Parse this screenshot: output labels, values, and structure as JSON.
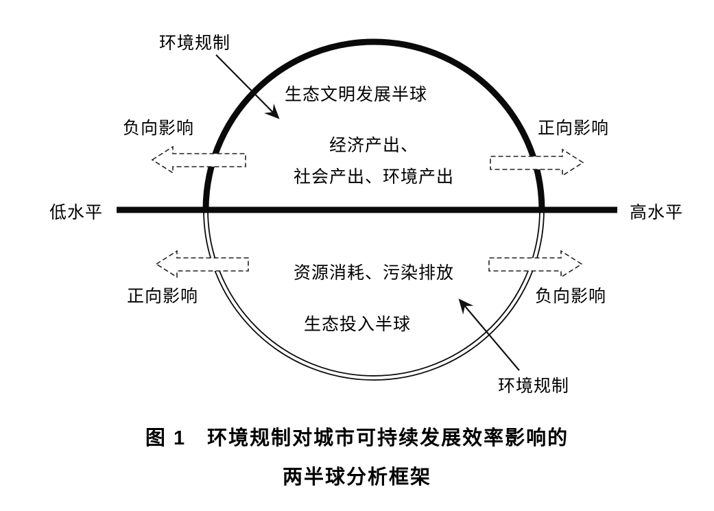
{
  "figure": {
    "axis": {
      "left_label": "低水平",
      "right_label": "高水平"
    },
    "regulation_top_label": "环境规制",
    "regulation_bottom_label": "环境规制",
    "upper_hemisphere": {
      "name": "生态文明发展半球",
      "content_line1": "经济产出、",
      "content_line2": "社会产出、环境产出",
      "left_impact_label": "负向影响",
      "right_impact_label": "正向影响"
    },
    "lower_hemisphere": {
      "name": "生态投入半球",
      "content_line1": "资源消耗、污染排放",
      "left_impact_label": "正向影响",
      "right_impact_label": "负向影响"
    },
    "caption_line1": "图 1　环境规制对城市可持续发展效率影响的",
    "caption_line2": "两半球分析框架"
  }
}
